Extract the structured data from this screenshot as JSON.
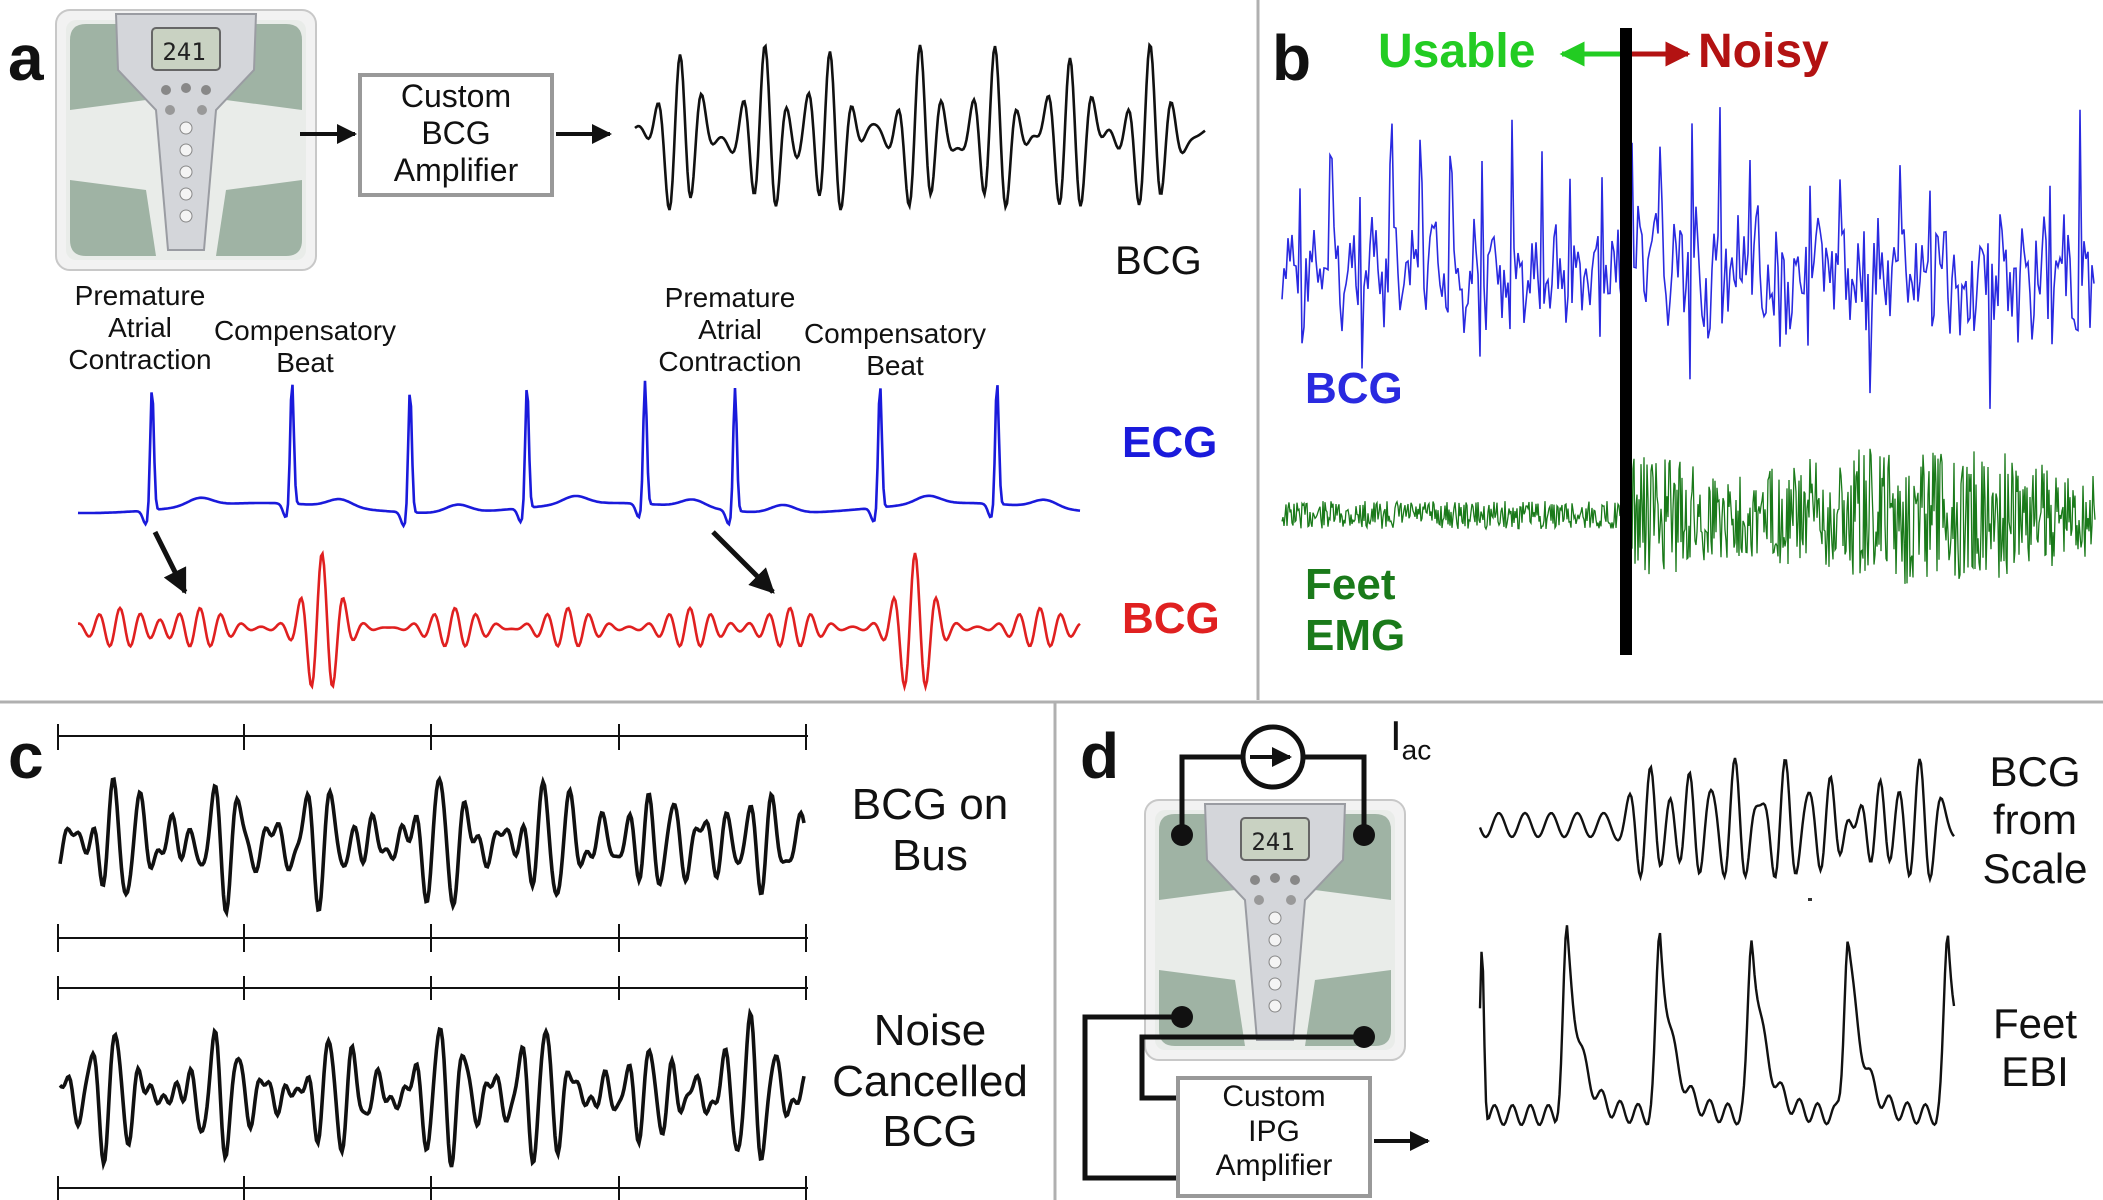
{
  "panels": {
    "a": {
      "letter": "a",
      "amplifier_lines": [
        "Custom",
        "BCG",
        "Amplifier"
      ],
      "bcg_label": "BCG",
      "annotation_1": [
        "Premature",
        "Atrial",
        "Contraction"
      ],
      "annotation_2": [
        "Compensatory",
        "Beat"
      ],
      "annotation_3": [
        "Premature",
        "Atrial",
        "Contraction"
      ],
      "annotation_4": [
        "Compensatory",
        "Beat"
      ],
      "ecg_label": "ECG",
      "bcg_red_label": "BCG"
    },
    "b": {
      "letter": "b",
      "usable_label": "Usable",
      "noisy_label": "Noisy",
      "bcg_label": "BCG",
      "emg_label": [
        "Feet",
        "EMG"
      ]
    },
    "c": {
      "letter": "c",
      "top_label": [
        "BCG on",
        "Bus"
      ],
      "bottom_label": [
        "Noise",
        "Cancelled",
        "BCG"
      ]
    },
    "d": {
      "letter": "d",
      "current_label": "I",
      "current_subscript": "ac",
      "amplifier_lines": [
        "Custom",
        "IPG",
        "Amplifier"
      ],
      "bcg_label": [
        "BCG",
        "from",
        "Scale"
      ],
      "ebi_label": [
        "Feet",
        "EBI"
      ]
    }
  },
  "colors": {
    "ecg": "#1a1adb",
    "bcg_red": "#e02020",
    "usable": "#22cc22",
    "noisy": "#b31212",
    "bcg_blue": "#2a2ae0",
    "emg": "#1a7a1a",
    "trace": "#111111",
    "divider": "#b0b0b0",
    "box_border": "#999999"
  },
  "icons": [
    "bathroom-scale-icon",
    "right-arrow-icon",
    "current-source-icon",
    "electrode-dot-icon"
  ]
}
